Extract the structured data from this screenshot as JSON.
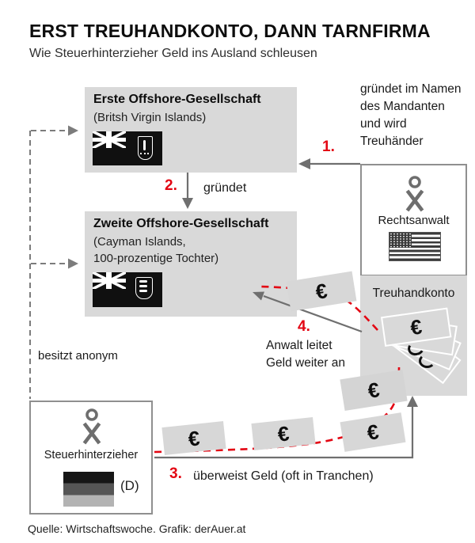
{
  "header": {
    "title": "ERST TREUHANDKONTO, DANN TARNFIRMA",
    "subtitle": "Wie Steuerhinterzieher Geld ins Ausland schleusen"
  },
  "boxes": {
    "first_offshore": {
      "title": "Erste Offshore-Gesellschaft",
      "subtitle": "(Britsh Virgin Islands)",
      "flag": "british-virgin-islands-flag"
    },
    "second_offshore": {
      "title": "Zweite Offshore-Gesellschaft",
      "subtitle_line1": "(Cayman Islands,",
      "subtitle_line2": "100-prozentige Tochter)",
      "flag": "cayman-islands-flag"
    },
    "lawyer": {
      "label": "Rechtsanwalt",
      "flag": "usa-flag"
    },
    "trust_account": {
      "label": "Treuhandkonto"
    },
    "tax_evader": {
      "label": "Steuerhinterzieher",
      "flag": "germany-flag",
      "flag_caption": "(D)"
    }
  },
  "steps": {
    "step1": {
      "number": "1.",
      "lines": [
        "gründet im Namen",
        "des Mandanten",
        "und wird",
        "Treuhänder"
      ]
    },
    "step2": {
      "number": "2.",
      "label": "gründet"
    },
    "step3": {
      "number": "3.",
      "label": "überweist Geld (oft in Tranchen)"
    },
    "step4": {
      "number": "4.",
      "line1": "Anwalt leitet",
      "line2": "Geld weiter an"
    }
  },
  "annotations": {
    "owns_anonymously": "besitzt anonym"
  },
  "currency_symbol": "€",
  "source": "Quelle: Wirtschaftswoche. Grafik: derAuer.at",
  "colors": {
    "accent_red": "#e30613",
    "box_gray": "#d9d9d9",
    "arrow_gray": "#6f6f6f",
    "border_gray": "#8f8f8f"
  }
}
